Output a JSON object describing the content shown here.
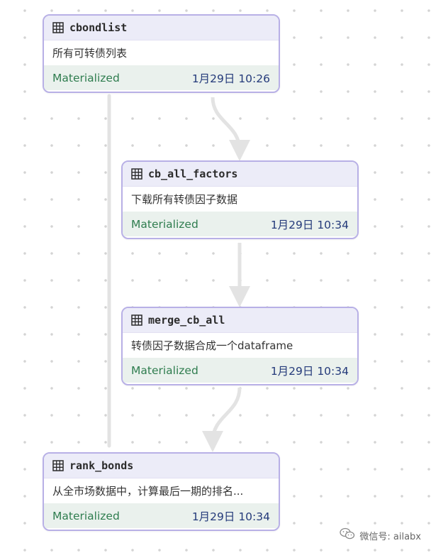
{
  "nodes": [
    {
      "id": "cbondlist",
      "name": "cbondlist",
      "description": "所有可转债列表",
      "status": "Materialized",
      "time": "1月29日 10:26"
    },
    {
      "id": "cb_all_factors",
      "name": "cb_all_factors",
      "description": "下载所有转债因子数据",
      "status": "Materialized",
      "time": "1月29日 10:34"
    },
    {
      "id": "merge_cb_all",
      "name": "merge_cb_all",
      "description": "转债因子数据合成一个dataframe",
      "status": "Materialized",
      "time": "1月29日 10:34"
    },
    {
      "id": "rank_bonds",
      "name": "rank_bonds",
      "description": "从全市场数据中，计算最后一期的排名...",
      "status": "Materialized",
      "time": "1月29日 10:34"
    }
  ],
  "edges": [
    {
      "from": "cbondlist",
      "to": "cb_all_factors"
    },
    {
      "from": "cb_all_factors",
      "to": "merge_cb_all"
    },
    {
      "from": "merge_cb_all",
      "to": "rank_bonds"
    },
    {
      "from": "cbondlist",
      "to": "rank_bonds"
    }
  ],
  "watermark": {
    "text": "微信号: ailabx",
    "icon": "wechat-icon"
  },
  "colors": {
    "node_border": "#b8b0e6",
    "header_bg": "#ececf8",
    "footer_bg": "#eaf1ed",
    "status_text": "#2f7d4f",
    "time_text": "#243a7a",
    "edge": "#e3e3e3"
  }
}
